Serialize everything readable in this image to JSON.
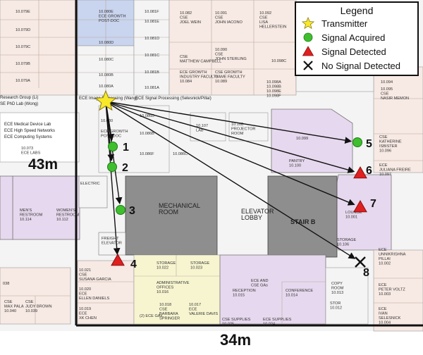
{
  "legend": {
    "title": "Legend",
    "items": [
      {
        "label": "Transmitter",
        "symbol": "star-icon"
      },
      {
        "label": "Signal Acquired",
        "symbol": "green-circle-icon"
      },
      {
        "label": "Signal Detected",
        "symbol": "red-triangle-icon"
      },
      {
        "label": "No Signal Detected",
        "symbol": "x-cross-icon"
      }
    ]
  },
  "colors": {
    "wall": "#222222",
    "lab_room": "#f7e9e3",
    "purple_room": "#e6d8ee",
    "gray_room": "#8e8e8e",
    "yellow_room": "#f7f5d0",
    "blue_room": "#c9d4ee",
    "corridor": "#f4f4f4",
    "acquired": "#3fbf2e",
    "detected": "#e02020",
    "transmitter": "#f7e82a",
    "arrow": "#111111"
  },
  "dimensions": {
    "height_label": "43m",
    "width_label": "34m"
  },
  "transmitter": {
    "label": ""
  },
  "receivers": [
    {
      "id": "1",
      "status": "acquired"
    },
    {
      "id": "2",
      "status": "acquired"
    },
    {
      "id": "3",
      "status": "acquired"
    },
    {
      "id": "4",
      "status": "detected"
    },
    {
      "id": "5",
      "status": "acquired"
    },
    {
      "id": "6",
      "status": "detected"
    },
    {
      "id": "7",
      "status": "detected"
    },
    {
      "id": "8",
      "status": "none"
    }
  ],
  "rooms": [
    {
      "id": "r01",
      "lines": [
        "10.079E"
      ]
    },
    {
      "id": "r02",
      "lines": [
        "10.079D"
      ]
    },
    {
      "id": "r03",
      "lines": [
        "10.079C"
      ]
    },
    {
      "id": "r04",
      "lines": [
        "10.079B"
      ]
    },
    {
      "id": "r05",
      "lines": [
        "10.079A"
      ]
    },
    {
      "id": "r06",
      "lines": [
        "10.080E",
        "ECE GROWTH",
        "POST-DOC"
      ]
    },
    {
      "id": "r07",
      "lines": [
        "10.080D"
      ]
    },
    {
      "id": "r08",
      "lines": [
        "10.080C"
      ]
    },
    {
      "id": "r09",
      "lines": [
        "10.080B"
      ]
    },
    {
      "id": "r10",
      "lines": [
        "10.080A"
      ]
    },
    {
      "id": "r11",
      "lines": [
        "10.081F"
      ]
    },
    {
      "id": "r12",
      "lines": [
        "10.081E"
      ]
    },
    {
      "id": "r13",
      "lines": [
        "10.081D"
      ]
    },
    {
      "id": "r14",
      "lines": [
        "10.081C"
      ]
    },
    {
      "id": "r15",
      "lines": [
        "10.081B"
      ]
    },
    {
      "id": "r16",
      "lines": [
        "10.081A"
      ]
    },
    {
      "id": "r17",
      "lines": [
        "10.082",
        "CSE",
        "JOEL WEIN"
      ]
    },
    {
      "id": "r18",
      "lines": [
        "10.091",
        "CSE",
        "JOHN IACONO"
      ]
    },
    {
      "id": "r19",
      "lines": [
        "10.092",
        "CSE",
        "LISA",
        "HELLERSTEIN"
      ]
    },
    {
      "id": "r20",
      "lines": [
        "CSE",
        "MATTHEW CAMPBELL"
      ]
    },
    {
      "id": "r21",
      "lines": [
        "10.090",
        "CSE",
        "JOHN STERLING"
      ]
    },
    {
      "id": "r22",
      "lines": [
        "ECE GROWTH",
        "INDUSTRY FACULTY",
        "10.084"
      ]
    },
    {
      "id": "r23",
      "lines": [
        "CSE GROWTH",
        "GAME FACULTY",
        "10.089"
      ]
    },
    {
      "id": "r24",
      "lines": [
        "10.098C"
      ]
    },
    {
      "id": "r25",
      "lines": [
        "10.098A",
        "10.098B",
        "10.098E",
        "10.098F"
      ]
    },
    {
      "id": "r26",
      "lines": [
        "10.094"
      ]
    },
    {
      "id": "r27",
      "lines": [
        "10.095",
        "CSE",
        "NASIR MEMON"
      ]
    },
    {
      "id": "r28",
      "lines": [
        "CSE",
        "KATHERINE",
        "ISBISTER",
        "10.096"
      ]
    },
    {
      "id": "r29",
      "lines": [
        "ECE",
        "JULIANA FREIRE",
        "10.097"
      ]
    },
    {
      "id": "r30",
      "lines": [
        "10.099"
      ]
    },
    {
      "id": "r31",
      "lines": [
        "PANTRY",
        "10.100"
      ]
    },
    {
      "id": "r32",
      "lines": [
        "10.107",
        "LAB"
      ]
    },
    {
      "id": "r33",
      "lines": [
        "10.108",
        "PROJECTOR",
        "ROOM"
      ]
    },
    {
      "id": "r34",
      "lines": [
        "ECE Medical Device Lab",
        "ECE High Speed Networks",
        "ECE Computing Systems"
      ]
    },
    {
      "id": "r35",
      "lines": [
        "10.073",
        "ECE LABS"
      ]
    },
    {
      "id": "r36",
      "lines": [
        "MEN'S",
        "RESTROOM",
        "10.114"
      ]
    },
    {
      "id": "r37",
      "lines": [
        "WOMEN'S",
        "RESTROOM",
        "10.112"
      ]
    },
    {
      "id": "r38",
      "lines": [
        "ELECTRIC"
      ]
    },
    {
      "id": "r39",
      "lines": [
        "MECHANICAL",
        "ROOM"
      ]
    },
    {
      "id": "r40",
      "lines": [
        "ELEVATOR",
        "LOBBY"
      ]
    },
    {
      "id": "r41",
      "lines": [
        "STAIR B"
      ]
    },
    {
      "id": "r42",
      "lines": [
        "STORAGE",
        "10.106"
      ]
    },
    {
      "id": "r43",
      "lines": [
        "LOUNGE",
        "10.001"
      ]
    },
    {
      "id": "r44",
      "lines": [
        "FREIGHT",
        "ELEVATOR"
      ]
    },
    {
      "id": "r45",
      "lines": [
        "10.021",
        "CSE",
        "SUSANA GARCIA"
      ]
    },
    {
      "id": "r46",
      "lines": [
        "10.020",
        "ECE",
        "ELLEN DANIELS"
      ]
    },
    {
      "id": "r47",
      "lines": [
        "10.019",
        "ECE",
        "XK CHEN"
      ]
    },
    {
      "id": "r48",
      "lines": [
        "STORAGE",
        "10.022"
      ]
    },
    {
      "id": "r49",
      "lines": [
        "STORAGE",
        "10.023"
      ]
    },
    {
      "id": "r50",
      "lines": [
        "ADMINISTRATIVE",
        "OFFICES",
        "10.016"
      ]
    },
    {
      "id": "r51",
      "lines": [
        "10.018",
        "CSE",
        "BARBARA",
        "SPRINGER"
      ]
    },
    {
      "id": "r52",
      "lines": [
        "10.017",
        "ECE",
        "VALERIE DAVIS"
      ]
    },
    {
      "id": "r53",
      "lines": [
        "ECE AND",
        "CSE GAs"
      ]
    },
    {
      "id": "r54",
      "lines": [
        "RECEPTION",
        "10.015"
      ]
    },
    {
      "id": "r55",
      "lines": [
        "CONFERENCE",
        "10.014"
      ]
    },
    {
      "id": "r56",
      "lines": [
        "COPY",
        "ROOM",
        "10.013"
      ]
    },
    {
      "id": "r57",
      "lines": [
        "STOR",
        "10.012"
      ]
    },
    {
      "id": "r58",
      "lines": [
        "CSE SUPPLIES",
        "10.025"
      ]
    },
    {
      "id": "r59",
      "lines": [
        "ECE SUPPLIES",
        "10.024"
      ]
    },
    {
      "id": "r60",
      "lines": [
        "ECE",
        "UNNIKRISHNA",
        "PILLAI",
        "10.002"
      ]
    },
    {
      "id": "r61",
      "lines": [
        "ECE",
        "PETER VOLTZ",
        "10.003"
      ]
    },
    {
      "id": "r62",
      "lines": [
        "ECE",
        "IVAN",
        "SELESNICK",
        "10.004"
      ]
    },
    {
      "id": "r63",
      "lines": [
        "CSE",
        "MAX PALA",
        "10.040"
      ]
    },
    {
      "id": "r64",
      "lines": [
        "CSE",
        "JUDY BROWN",
        "10.039"
      ]
    },
    {
      "id": "r65",
      "lines": [
        "038"
      ]
    },
    {
      "id": "r66",
      "lines": [
        "(2) ECE GAs"
      ]
    },
    {
      "id": "r67",
      "lines": [
        "Research Group (Li)",
        "SE PhD Lab (Wong)"
      ]
    },
    {
      "id": "r68",
      "lines": [
        "ECE Image Processing (Wang)"
      ]
    },
    {
      "id": "r69",
      "lines": [
        "ECE Signal Processing (Selesnick/Pillai)"
      ]
    },
    {
      "id": "r70",
      "lines": [
        "10.086D"
      ]
    },
    {
      "id": "r71",
      "lines": [
        "10.086B"
      ]
    },
    {
      "id": "r72",
      "lines": [
        "10.086F"
      ]
    },
    {
      "id": "r73",
      "lines": [
        "10.086C"
      ]
    },
    {
      "id": "r74",
      "lines": [
        "ECE GROWTH",
        "POST DOC"
      ]
    },
    {
      "id": "r75",
      "lines": [
        "10.080"
      ]
    }
  ]
}
